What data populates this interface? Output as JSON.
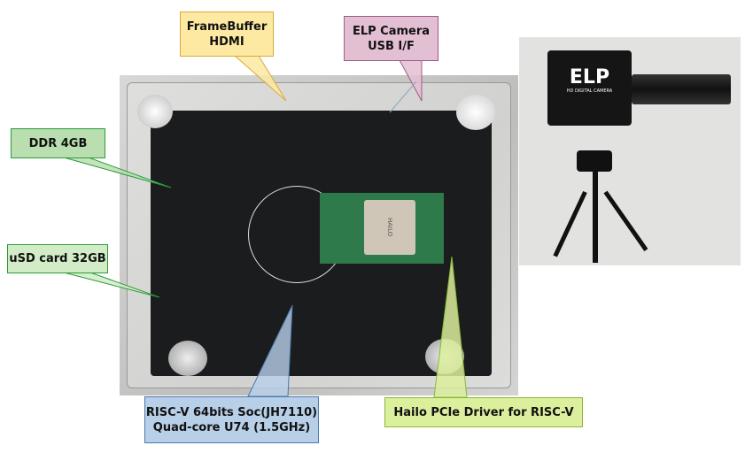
{
  "callouts": {
    "framebuffer": {
      "line1": "FrameBuffer",
      "line2": "HDMI",
      "color": "#fde9a1"
    },
    "elp_camera": {
      "line1": "ELP Camera",
      "line2": "USB I/F",
      "color": "#e3bfd3"
    },
    "ddr": {
      "label": "DDR 4GB",
      "color": "#b9dfb0"
    },
    "usd": {
      "label": "uSD card 32GB",
      "color": "#d3ecc8"
    },
    "soc": {
      "line1": "RISC-V 64bits Soc(JH7110)",
      "line2": "Quad-core U74 (1.5GHz)",
      "color": "#b8cfe8"
    },
    "hailo": {
      "label": "Hailo PCIe Driver for RISC-V",
      "color": "#dcef9c"
    }
  },
  "photo_text": {
    "camera_brand": "ELP",
    "camera_sub": "HD DIGITAL CAMERA",
    "chip": "HAILO"
  }
}
